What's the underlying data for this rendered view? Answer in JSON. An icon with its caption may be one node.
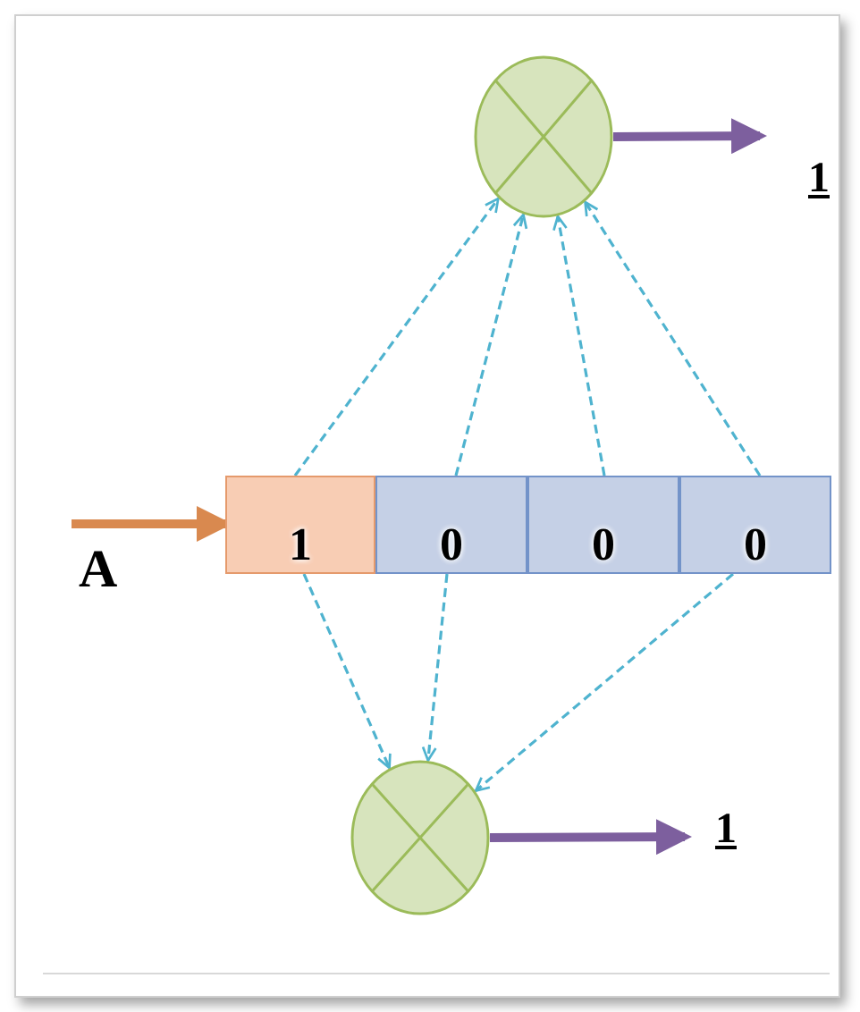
{
  "diagram": {
    "nodes": [
      {
        "text": [],
        "shape": "circle"
      },
      {
        "text": [],
        "shape": "circle"
      },
      {
        "text": [
          "1"
        ]
      },
      {
        "text": [
          "0"
        ]
      },
      {
        "text": [
          "0"
        ]
      },
      {
        "text": [
          "0"
        ]
      }
    ],
    "edges": [
      {
        "from": 2,
        "to": 0,
        "arrow": "to",
        "style": "dashed"
      },
      {
        "from": 3,
        "to": 0,
        "arrow": "to",
        "style": "dashed"
      },
      {
        "from": 4,
        "to": 0,
        "arrow": "to",
        "style": "dashed"
      },
      {
        "from": 5,
        "to": 0,
        "arrow": "to",
        "style": "dashed"
      },
      {
        "from": 2,
        "to": 1,
        "arrow": "to",
        "style": "dashed"
      },
      {
        "from": 3,
        "to": 1,
        "arrow": "to",
        "style": "dashed"
      },
      {
        "from": 5,
        "to": 1,
        "arrow": "to",
        "style": "dashed"
      },
      {
        "from": 0,
        "to": null,
        "arrow": "to",
        "style": "thick",
        "color": "#7d5f9e"
      },
      {
        "from": 1,
        "to": null,
        "arrow": "to",
        "style": "thick",
        "color": "#7d5f9e"
      },
      {
        "from": null,
        "to": 2,
        "arrow": "to",
        "style": "thick",
        "color": "#d9894f",
        "label": "A"
      }
    ],
    "labels": [
      "1",
      "1"
    ]
  }
}
